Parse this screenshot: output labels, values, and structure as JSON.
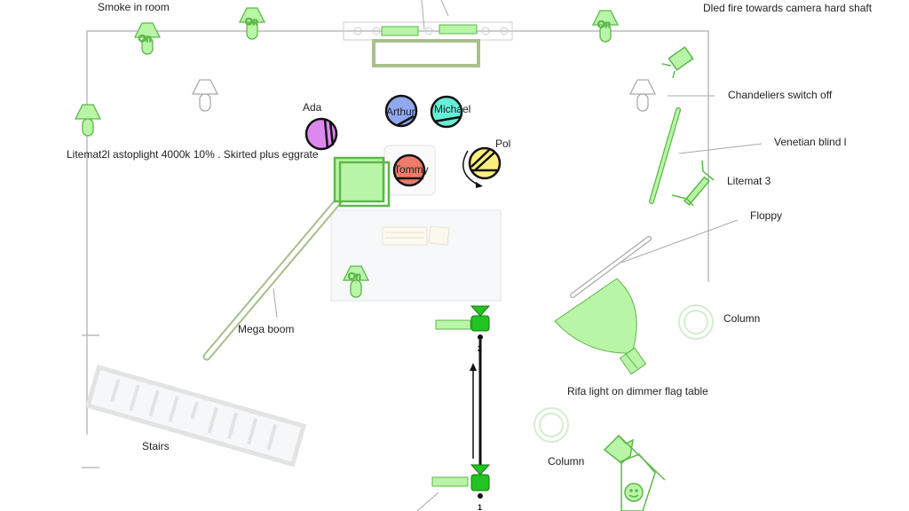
{
  "labels": {
    "smoke": "Smoke in room",
    "dled": "Dled fire towards camera hard shaft",
    "chandeliers": "Chandeliers switch off",
    "venetian": "Venetian blind l",
    "litemat3": "Litemat 3",
    "floppy": "Floppy",
    "litemat2": "Litemat2l astoplight 4000k 10% . Skirted plus eggrate",
    "mega_boom": "Mega boom",
    "column1": "Column",
    "column2": "Column",
    "rifa": "Rifa light on dimmer flag table",
    "stairs": "Stairs"
  },
  "lamps": {
    "on": "On"
  },
  "actors": [
    {
      "name": "Ada",
      "color": "#dd88ee"
    },
    {
      "name": "Arthur",
      "color": "#8fa8f0"
    },
    {
      "name": "Michael",
      "color": "#66eed8"
    },
    {
      "name": "Tommy",
      "color": "#f07a6a"
    },
    {
      "name": "Pol",
      "color": "#fbf07e"
    }
  ],
  "cameras": [
    {
      "number": "1"
    },
    {
      "number": "2"
    }
  ],
  "colors": {
    "green": "#b9f5a6",
    "green_stroke": "#5cb84a",
    "camera": "#22c322",
    "wall": "#bbbbbb"
  }
}
